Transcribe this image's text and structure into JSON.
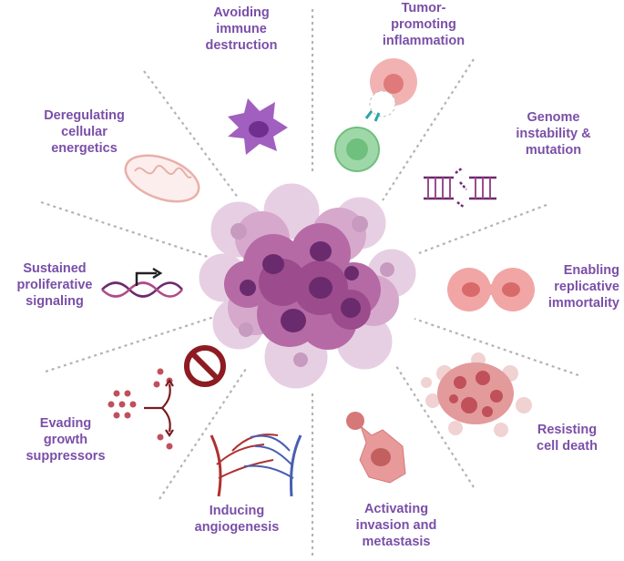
{
  "colors": {
    "label": "#7a4fa8",
    "spoke": "#b3b3b3",
    "tumor": "#9c4b8c",
    "nucleus": "#6a2a6e",
    "pink_cell": "#e98a8a",
    "dark_red": "#8e1b22"
  },
  "hallmarks": [
    {
      "id": "immune",
      "label": "Avoiding\nimmune\ndestruction",
      "icon": "dendritic-cell-icon"
    },
    {
      "id": "inflammation",
      "label": "Tumor-\npromoting\ninflammation",
      "icon": "t-cell-attack-icon"
    },
    {
      "id": "genome",
      "label": "Genome\ninstability &\nmutation",
      "icon": "broken-dna-icon"
    },
    {
      "id": "replicative",
      "label": "Enabling\nreplicative\nimmortality",
      "icon": "dividing-cell-icon"
    },
    {
      "id": "death",
      "label": "Resisting\ncell death",
      "icon": "apoptotic-cell-icon"
    },
    {
      "id": "invasion",
      "label": "Activating\ninvasion and\nmetastasis",
      "icon": "migrating-cell-icon"
    },
    {
      "id": "angiogenesis",
      "label": "Inducing\nangiogenesis",
      "icon": "blood-vessel-icon"
    },
    {
      "id": "suppressors",
      "label": "Evading\ngrowth\nsuppressors",
      "icon": "no-symbol-icon"
    },
    {
      "id": "proliferative",
      "label": "Sustained\nproliferative\nsignaling",
      "icon": "dna-arrow-icon"
    },
    {
      "id": "energetics",
      "label": "Deregulating\ncellular\nenergetics",
      "icon": "mitochondrion-icon"
    }
  ]
}
